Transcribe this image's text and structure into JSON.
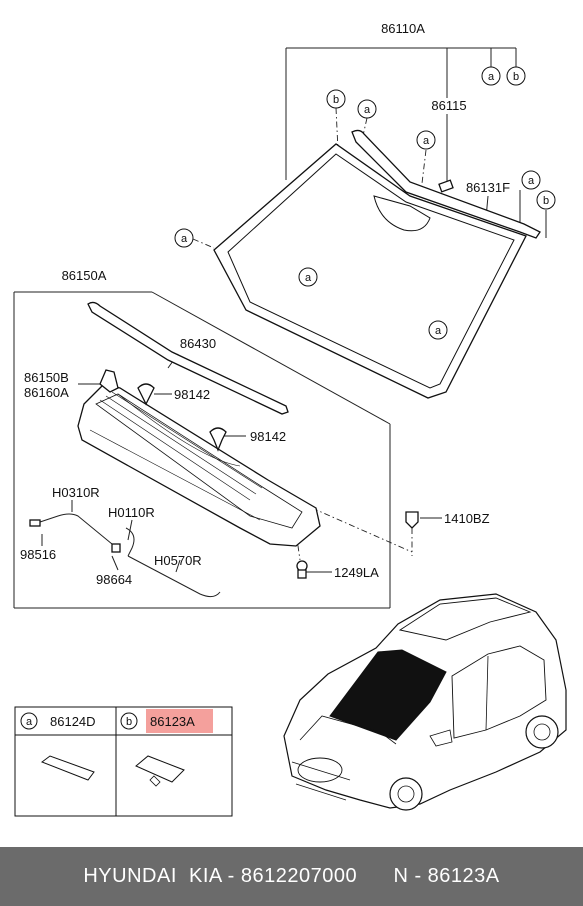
{
  "callouts": {
    "a": "a",
    "b": "b"
  },
  "labels": {
    "p86110A": "86110A",
    "p86115": "86115",
    "p86131F": "86131F",
    "p86150A": "86150A",
    "p86430": "86430",
    "p86150B": "86150B",
    "p86160A": "86160A",
    "p98142a": "98142",
    "p98142b": "98142",
    "pH0310R": "H0310R",
    "pH0110R": "H0110R",
    "p98516": "98516",
    "p98664": "98664",
    "pH0570R": "H0570R",
    "p1410BZ": "1410BZ",
    "p1249LA": "1249LA"
  },
  "legend": {
    "a_part": "86124D",
    "b_part": "86123A",
    "highlight_color": "#f4a09c"
  },
  "footer": {
    "brand": "HYUNDAI  KIA - 8612207000",
    "ref": "N - 86123A"
  }
}
